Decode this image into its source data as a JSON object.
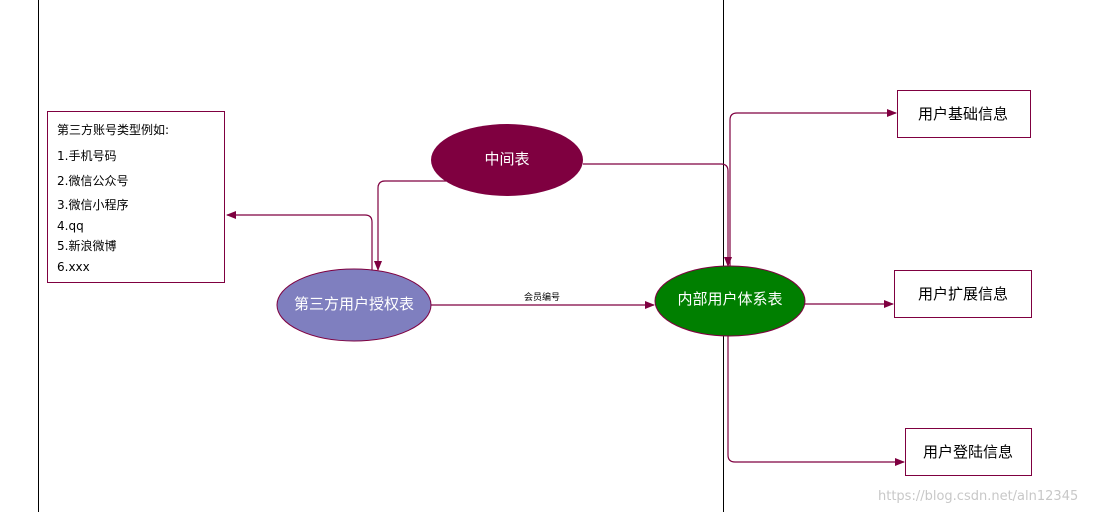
{
  "diagram": {
    "nodes": {
      "middle_table": {
        "label": "中间表",
        "fill": "#7f0040"
      },
      "third_party_auth": {
        "label": "第三方用户授权表",
        "fill": "#7f7fbf"
      },
      "internal_user_system": {
        "label": "内部用户体系表",
        "fill": "#007f00"
      },
      "user_basic_info": {
        "label": "用户基础信息"
      },
      "user_ext_info": {
        "label": "用户扩展信息"
      },
      "user_login_info": {
        "label": "用户登陆信息"
      }
    },
    "account_types_note": {
      "title": "第三方账号类型例如:",
      "items": [
        "1.手机号码",
        "2.微信公众号",
        "3.微信小程序",
        "4.qq",
        "5.新浪微博",
        "6.xxx"
      ]
    },
    "edge_label_member_no": "会员编号",
    "colors": {
      "line": "#7f0040",
      "border": "#7f0040",
      "divider": "#000000"
    }
  },
  "watermark": "https://blog.csdn.net/aln12345"
}
